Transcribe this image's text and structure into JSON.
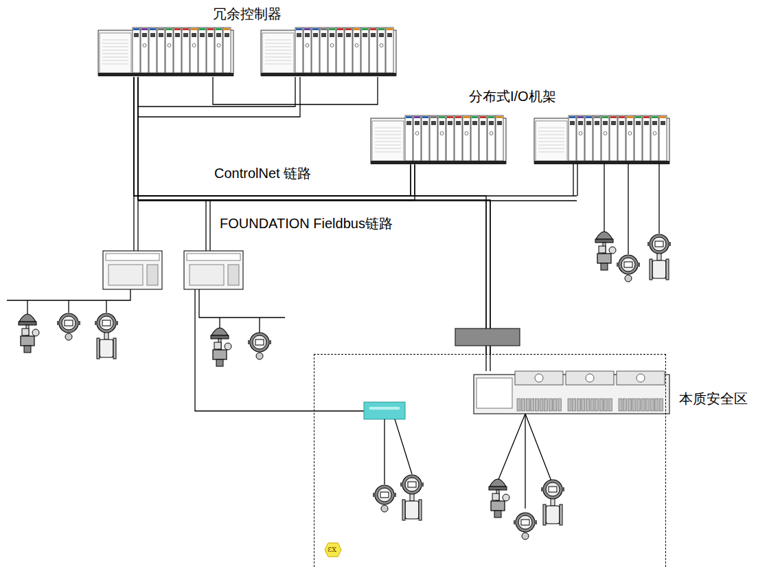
{
  "diagram": {
    "nodes": [
      {
        "text": [
          "冗余控制器"
        ]
      },
      {
        "text": [
          "分布式I/O机架"
        ]
      },
      {
        "text": [
          "本质安全区"
        ]
      }
    ],
    "edges": [
      {
        "from": 0,
        "to": 1,
        "arrow": "none",
        "label": "ControlNet 链路"
      },
      {
        "from": 0,
        "to": 2,
        "arrow": "none"
      }
    ],
    "labels": [
      "FOUNDATION Fieldbus链路",
      "εx"
    ]
  }
}
